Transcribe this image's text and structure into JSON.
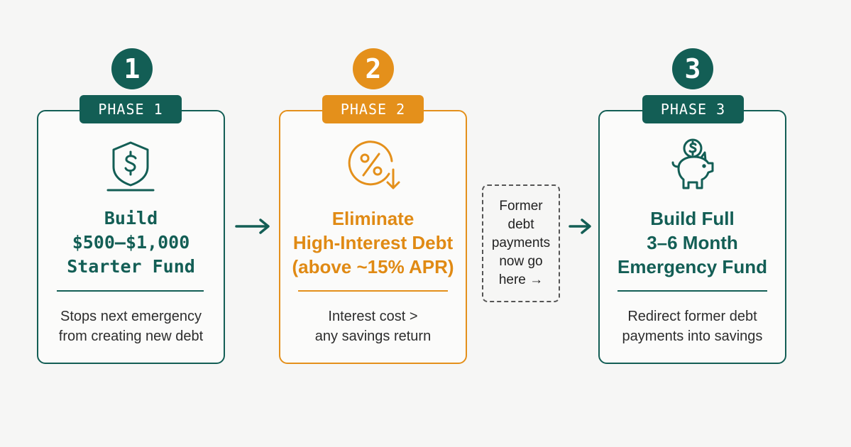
{
  "colors": {
    "teal": "#135e55",
    "orange": "#e4901b",
    "background": "#f6f6f5"
  },
  "phases": [
    {
      "number": "1",
      "tag": "PHASE 1",
      "icon": "shield-dollar-icon",
      "title_lines": [
        "Build",
        "$500–$1,000",
        "Starter Fund"
      ],
      "desc_lines": [
        "Stops next emergency",
        "from creating new debt"
      ]
    },
    {
      "number": "2",
      "tag": "PHASE 2",
      "icon": "percent-down-icon",
      "title_lines": [
        "Eliminate",
        "High-Interest Debt",
        "(above ~15% APR)"
      ],
      "desc_lines": [
        "Interest cost >",
        "any savings return"
      ]
    },
    {
      "number": "3",
      "tag": "PHASE 3",
      "icon": "piggy-bank-icon",
      "title_lines": [
        "Build Full",
        "3–6 Month",
        "Emergency Fund"
      ],
      "desc_lines": [
        "Redirect former debt",
        "payments into savings"
      ]
    }
  ],
  "note_lines": [
    "Former",
    "debt",
    "payments",
    "now go",
    "here →"
  ]
}
